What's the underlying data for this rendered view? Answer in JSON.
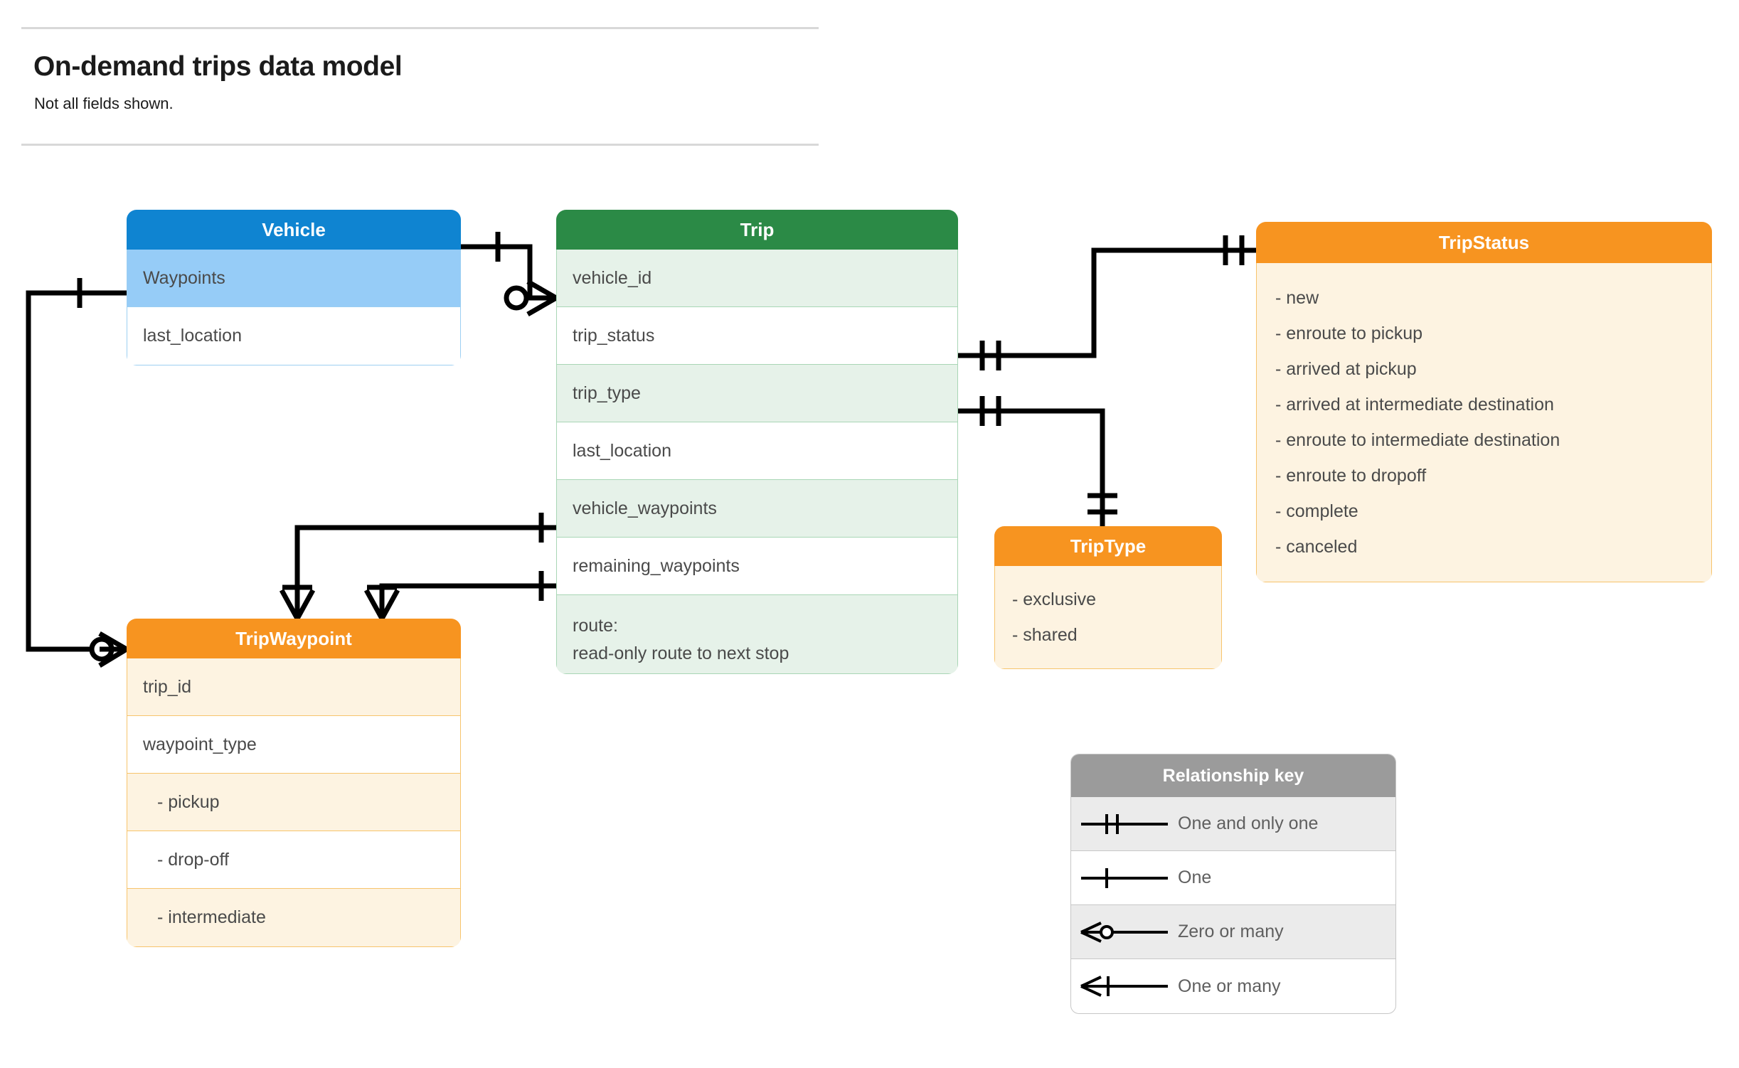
{
  "header": {
    "title": "On-demand trips data model",
    "subtitle": "Not all fields shown."
  },
  "entities": {
    "vehicle": {
      "title": "Vehicle",
      "header_color": "#0f84d1",
      "rows": [
        {
          "label": "Waypoints"
        },
        {
          "label": "last_location"
        }
      ]
    },
    "trip": {
      "title": "Trip",
      "header_color": "#2b8a46",
      "rows": [
        {
          "label": "vehicle_id"
        },
        {
          "label": "trip_status"
        },
        {
          "label": "trip_type"
        },
        {
          "label": "last_location"
        },
        {
          "label": "vehicle_waypoints"
        },
        {
          "label": "remaining_waypoints"
        },
        {
          "label": "route:",
          "sublabel": "read-only route to next stop"
        }
      ]
    },
    "tripwaypoint": {
      "title": "TripWaypoint",
      "header_color": "#f79420",
      "rows": [
        {
          "label": "trip_id"
        },
        {
          "label": "waypoint_type"
        },
        {
          "label": "-  pickup"
        },
        {
          "label": "-  drop-off"
        },
        {
          "label": "-  intermediate"
        }
      ]
    },
    "tripstatus": {
      "title": "TripStatus",
      "header_color": "#f79420",
      "values": [
        "- new",
        "- enroute to pickup",
        "- arrived at pickup",
        "- arrived at intermediate destination",
        "- enroute to intermediate destination",
        "- enroute to dropoff",
        "- complete",
        "- canceled"
      ]
    },
    "triptype": {
      "title": "TripType",
      "header_color": "#f79420",
      "values": [
        "- exclusive",
        "- shared"
      ]
    }
  },
  "legend": {
    "title": "Relationship key",
    "rows": [
      {
        "symbol": "one-and-only-one-icon",
        "label": "One and only one"
      },
      {
        "symbol": "one-icon",
        "label": "One"
      },
      {
        "symbol": "zero-or-many-icon",
        "label": "Zero or many"
      },
      {
        "symbol": "one-or-many-icon",
        "label": "One or many"
      }
    ]
  },
  "relationships": [
    {
      "from": "Vehicle",
      "from_cardinality": "one",
      "to": "Trip.vehicle_id",
      "to_cardinality": "zero or many"
    },
    {
      "from": "Vehicle.Waypoints",
      "from_cardinality": "one",
      "to": "TripWaypoint",
      "to_cardinality": "zero or many"
    },
    {
      "from": "Trip.trip_status",
      "from_cardinality": "one and only one",
      "to": "TripStatus",
      "to_cardinality": "one and only one"
    },
    {
      "from": "Trip.trip_type",
      "from_cardinality": "one and only one",
      "to": "TripType",
      "to_cardinality": "one and only one"
    },
    {
      "from": "Trip.vehicle_waypoints",
      "from_cardinality": "one",
      "to": "TripWaypoint",
      "to_cardinality": "one or many"
    },
    {
      "from": "Trip.remaining_waypoints",
      "from_cardinality": "one",
      "to": "TripWaypoint",
      "to_cardinality": "one or many"
    }
  ]
}
